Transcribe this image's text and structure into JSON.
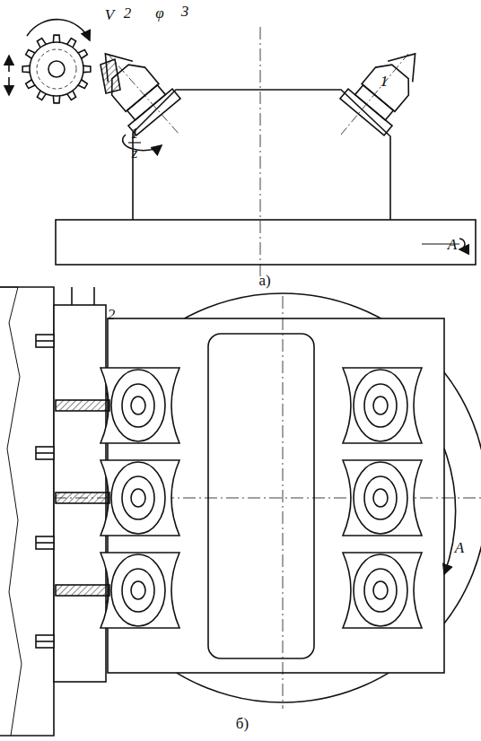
{
  "diagram": {
    "labels": [
      "V",
      "2",
      "φ",
      "3",
      "1",
      "z",
      "1",
      "A",
      "а)",
      "2",
      "A",
      "б)"
    ]
  }
}
